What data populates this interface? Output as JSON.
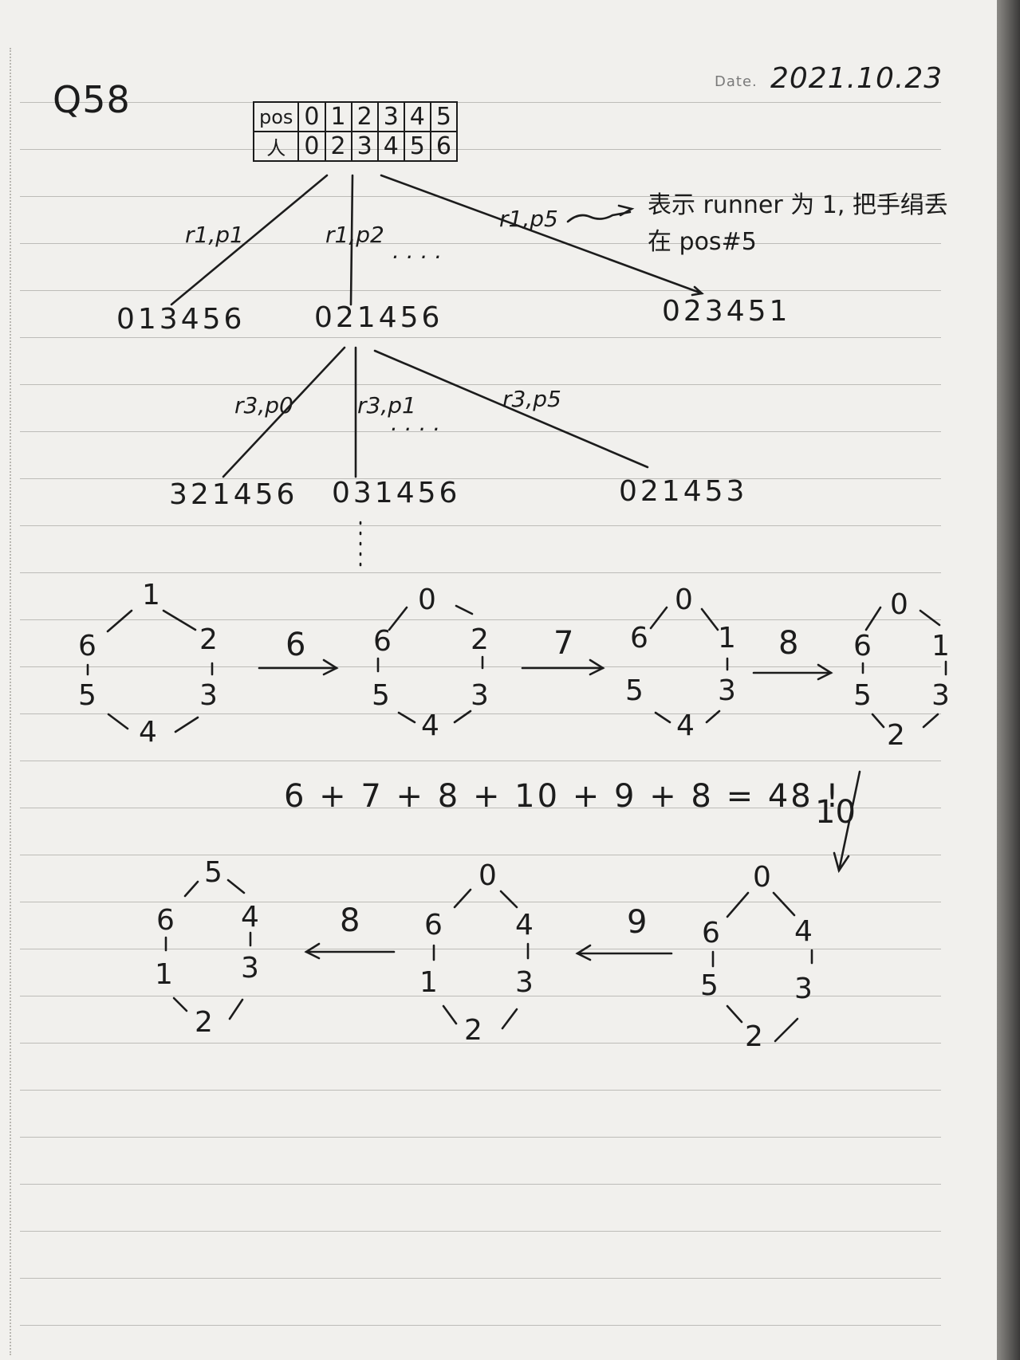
{
  "header": {
    "question": "Q58",
    "date_label": "Date.",
    "date_value": "2021.10.23"
  },
  "table": {
    "row1": [
      "pos",
      "0",
      "1",
      "2",
      "3",
      "4",
      "5"
    ],
    "row2": [
      "人",
      "0",
      "2",
      "3",
      "4",
      "5",
      "6"
    ]
  },
  "tree1": {
    "edges": [
      "r1,p1",
      "r1,p2",
      "r1,p5"
    ],
    "ellipsis": ". . . .",
    "nodes": [
      "013456",
      "021456",
      "023451"
    ],
    "note_line1": "表示 runner 为 1, 把手绢丢",
    "note_line2": "在 pos#5"
  },
  "tree2": {
    "edges": [
      "r3,p0",
      "r3,p1",
      "r3,p5"
    ],
    "ellipsis": ". . . .",
    "nodes": [
      "321456",
      "031456",
      "021453"
    ]
  },
  "rings": {
    "r1": [
      "1",
      "2",
      "3",
      "4",
      "5",
      "6"
    ],
    "r2": [
      "0",
      "2",
      "3",
      "4",
      "5",
      "6"
    ],
    "r3": [
      "0",
      "1",
      "3",
      "4",
      "5",
      "6"
    ],
    "r4": [
      "0",
      "1",
      "3",
      "2",
      "5",
      "6"
    ],
    "r5": [
      "0",
      "4",
      "3",
      "2",
      "5",
      "6"
    ],
    "r6": [
      "0",
      "4",
      "3",
      "2",
      "1",
      "6"
    ],
    "r7": [
      "5",
      "4",
      "3",
      "2",
      "1",
      "6"
    ]
  },
  "arrows": [
    "6",
    "7",
    "8",
    "10",
    "9",
    "8"
  ],
  "sum": "6 + 7 + 8 + 10 + 9 + 8 = 48 !"
}
